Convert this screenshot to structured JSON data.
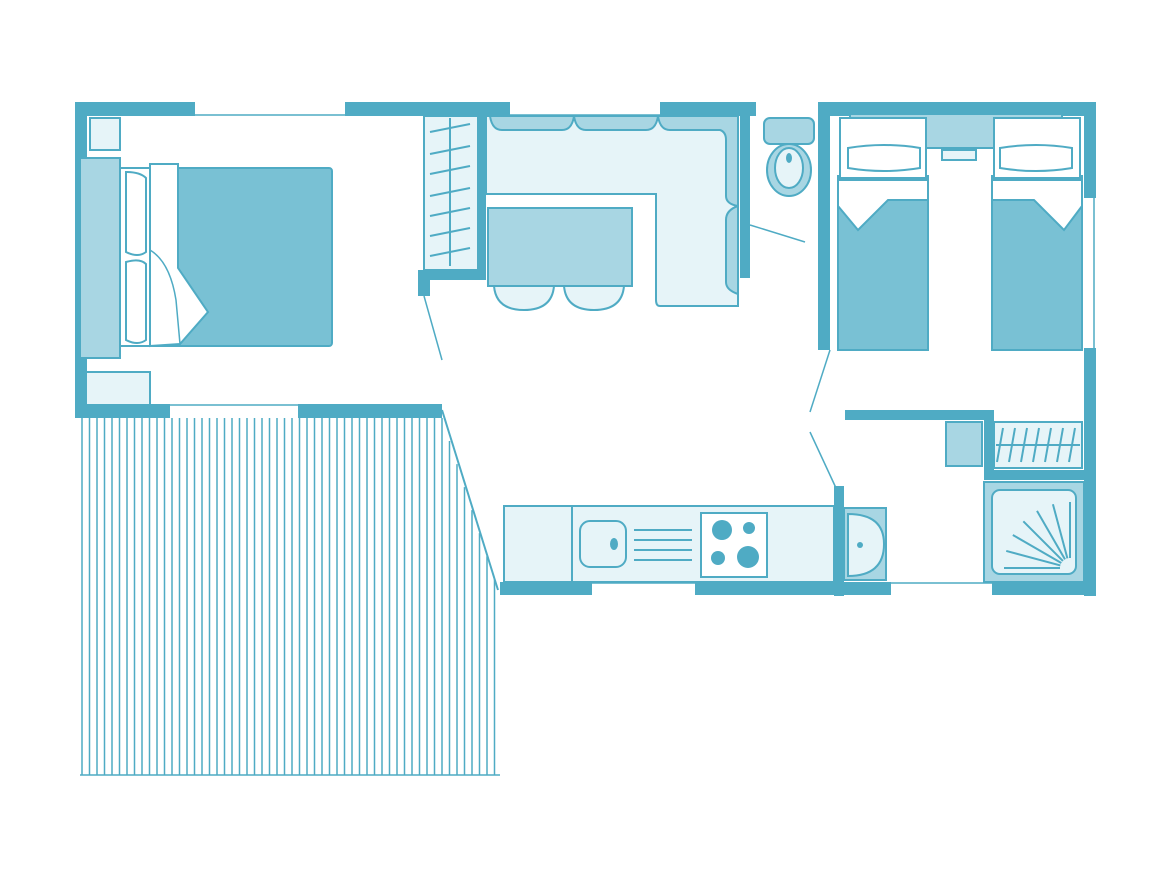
{
  "plan": {
    "colors": {
      "wall": "#4fabc4",
      "furniture_light": "#e6f4f8",
      "furniture_mid": "#a8d6e3",
      "furniture_dark": "#79c1d4",
      "background": "#ffffff"
    },
    "rooms": [
      "master-bedroom",
      "living-room",
      "kitchen",
      "wc",
      "twin-bedroom",
      "bathroom",
      "terrace"
    ]
  }
}
